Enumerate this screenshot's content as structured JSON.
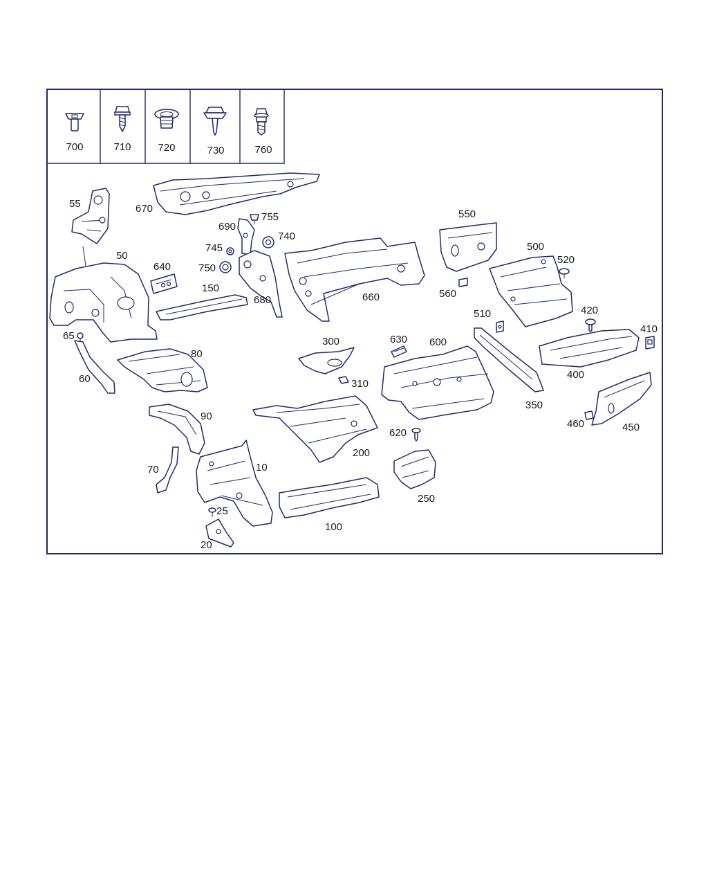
{
  "colors": {
    "line": "#1d2a6b",
    "text": "#1a1a1a",
    "background": "#ffffff"
  },
  "fasteners": [
    {
      "number": "700",
      "icon": "flat-head-rivet-icon"
    },
    {
      "number": "710",
      "icon": "hex-screw-icon"
    },
    {
      "number": "720",
      "icon": "clip-nut-icon"
    },
    {
      "number": "730",
      "icon": "hex-nut-icon"
    },
    {
      "number": "760",
      "icon": "flange-bolt-icon"
    }
  ],
  "callouts": [
    "55",
    "670",
    "690",
    "755",
    "740",
    "745",
    "750",
    "50",
    "640",
    "150",
    "680",
    "660",
    "550",
    "500",
    "520",
    "560",
    "510",
    "420",
    "410",
    "65",
    "300",
    "630",
    "600",
    "80",
    "310",
    "400",
    "60",
    "350",
    "90",
    "460",
    "450",
    "620",
    "200",
    "70",
    "10",
    "250",
    "25",
    "100",
    "20"
  ]
}
